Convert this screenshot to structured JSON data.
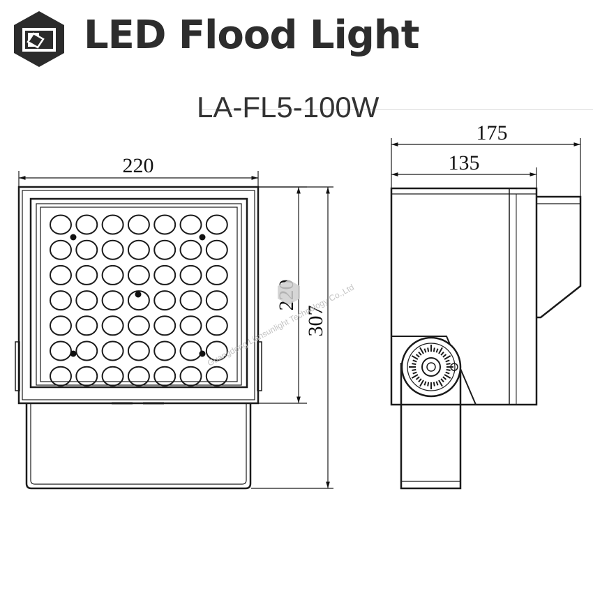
{
  "header": {
    "title": "LED Flood Light",
    "model": "LA-FL5-100W"
  },
  "front_view": {
    "width_dim": "220",
    "inner_height_dim": "220",
    "total_height_dim": "307",
    "led_rows": 7,
    "led_cols": 7
  },
  "side_view": {
    "total_depth_dim": "175",
    "body_depth_dim": "135"
  },
  "watermark": {
    "text": "Guangdong Liansunlight Technology Co.,Ltd"
  },
  "colors": {
    "line": "#1a1a1a",
    "logo": "#2b2b2b",
    "text": "#2d2d2d"
  }
}
